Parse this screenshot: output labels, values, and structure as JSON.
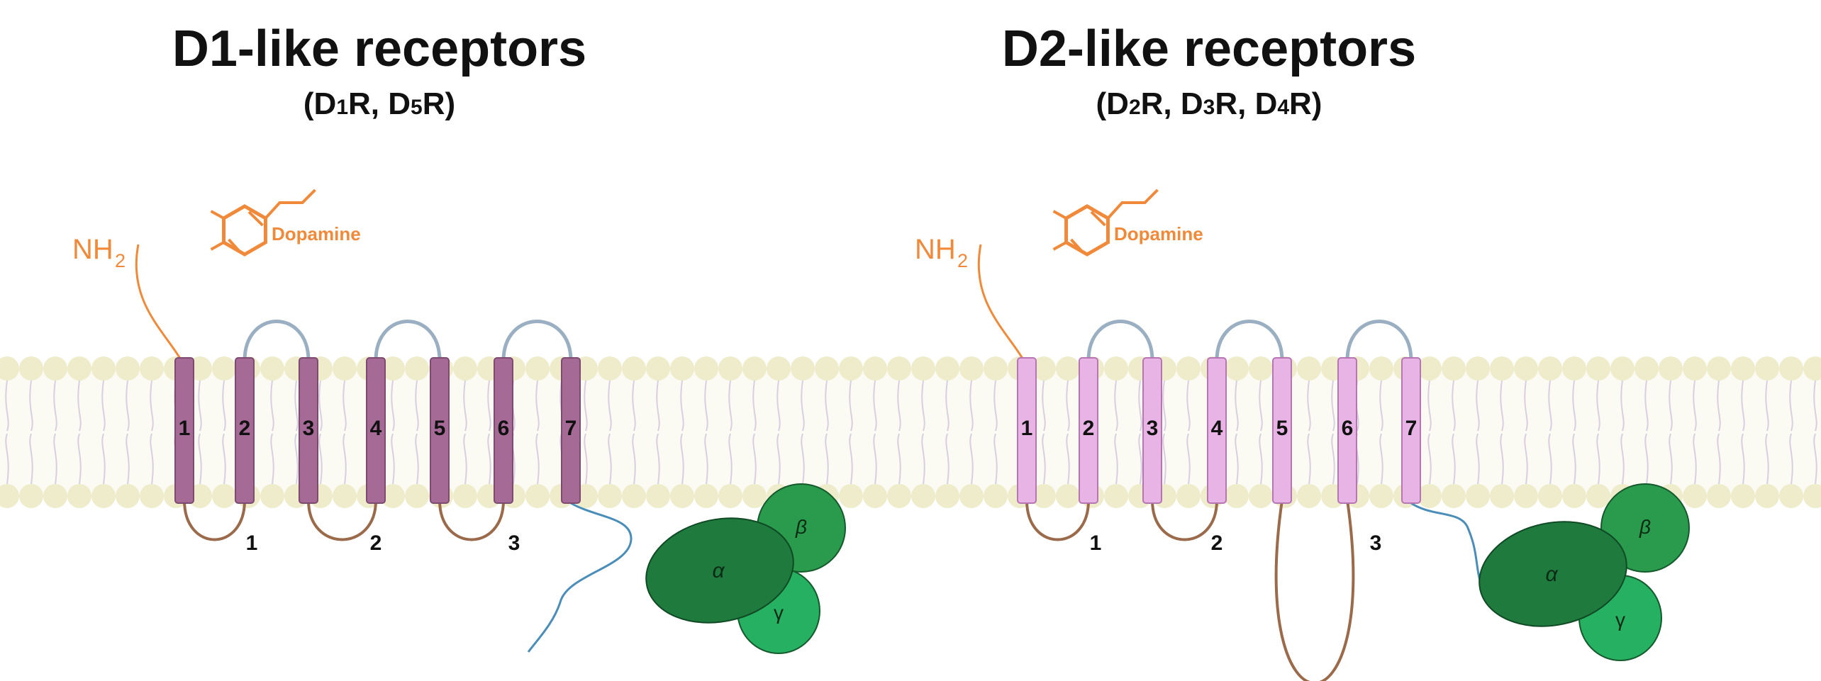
{
  "colors": {
    "background": "#ffffff",
    "membrane_head": "#efeccc",
    "membrane_tail": "#d8cfe0",
    "d1_helix": "#a66a96",
    "d1_helix_stroke": "#7d4b70",
    "d2_helix": "#e8b4e6",
    "d2_helix_stroke": "#b676b2",
    "extracellular_loop": "#9ab0c2",
    "intracellular_loop": "#9a6a4a",
    "ligand": "#f08a3a",
    "g_alpha": "#1f7a3e",
    "g_beta": "#2a9a4c",
    "g_gamma": "#26b061",
    "c_tail": "#4a8db8"
  },
  "panels": [
    {
      "id": "d1",
      "title": "D1-like receptors",
      "subtitle_parts": [
        "(D",
        "1",
        "R, D",
        "5",
        "R)"
      ],
      "ligand_label": "Dopamine",
      "amine_label": "NH",
      "amine_sub": "2",
      "helix_labels": [
        "1",
        "2",
        "3",
        "4",
        "5",
        "6",
        "7"
      ],
      "loop_labels": [
        "1",
        "2",
        "3"
      ],
      "g_protein": {
        "alpha": "α",
        "beta": "β",
        "gamma": "γ"
      },
      "icl3_long": false
    },
    {
      "id": "d2",
      "title": "D2-like receptors",
      "subtitle_parts": [
        "(D",
        "2",
        "R, D",
        "3",
        "R, D",
        "4",
        "R)"
      ],
      "ligand_label": "Dopamine",
      "amine_label": "NH",
      "amine_sub": "2",
      "helix_labels": [
        "1",
        "2",
        "3",
        "4",
        "5",
        "6",
        "7"
      ],
      "loop_labels": [
        "1",
        "2",
        "3"
      ],
      "g_protein": {
        "alpha": "α",
        "beta": "β",
        "gamma": "γ"
      },
      "icl3_long": true
    }
  ]
}
